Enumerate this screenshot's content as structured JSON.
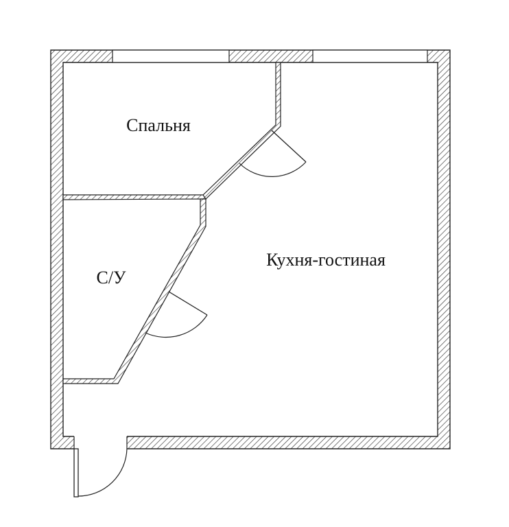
{
  "rooms": {
    "bedroom": "Спальня",
    "bathroom": "С/У",
    "kitchen_living": "Кухня-гостиная"
  }
}
